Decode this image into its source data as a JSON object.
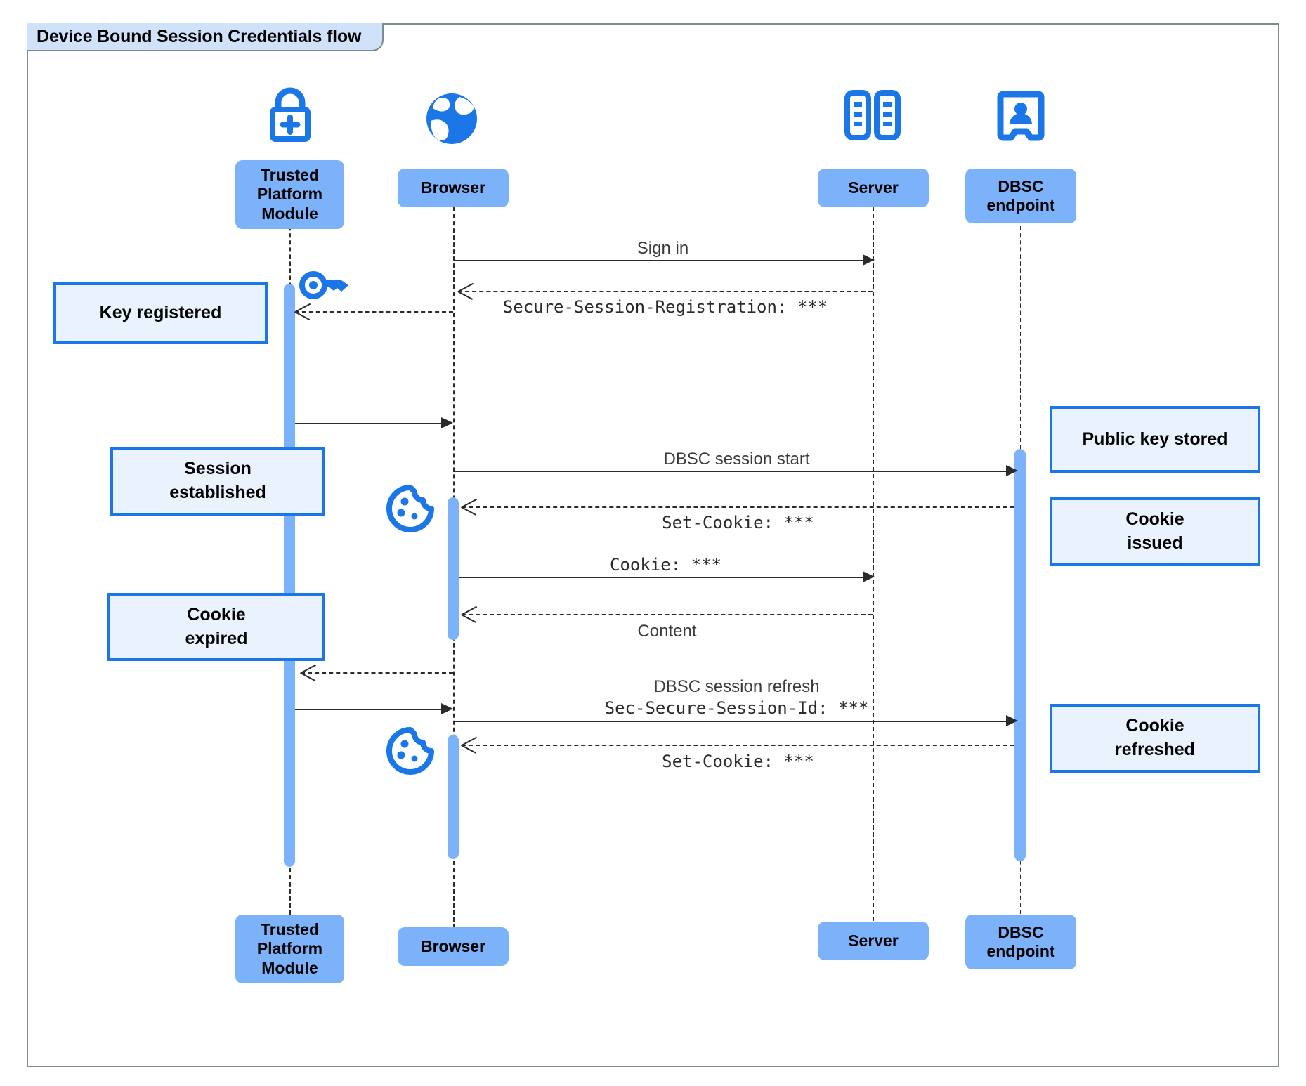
{
  "diagram": {
    "type": "uml-sequence",
    "title": "Device Bound Session Credentials flow",
    "colors": {
      "participant_fill": "#7cb2f9",
      "note_fill": "#eaf2fd",
      "note_border": "#1b76e8",
      "icon_blue": "#1b76e8",
      "activation": "#7cb2f9",
      "frame_border": "#7f8c8d",
      "title_tab_fill": "#cfe2f9",
      "line": "#2b2b2b"
    }
  },
  "participants": [
    {
      "id": "tpm",
      "label": "Trusted Platform Module",
      "icon": "lock-plus-icon"
    },
    {
      "id": "browser",
      "label": "Browser",
      "icon": "globe-icon"
    },
    {
      "id": "server",
      "label": "Server",
      "icon": "server-racks-icon"
    },
    {
      "id": "dbsc",
      "label": "DBSC endpoint",
      "icon": "id-badge-person-icon"
    }
  ],
  "footer_participants": [
    {
      "id": "tpm",
      "label": "Trusted Platform Module"
    },
    {
      "id": "browser",
      "label": "Browser"
    },
    {
      "id": "server",
      "label": "Server"
    },
    {
      "id": "dbsc",
      "label": "DBSC endpoint"
    }
  ],
  "messages": [
    {
      "id": "m1",
      "from": "browser",
      "to": "server",
      "label": "Sign in",
      "style": "solid",
      "font": "sans"
    },
    {
      "id": "m2",
      "from": "server",
      "to": "browser",
      "label": "Secure-Session-Registration: ***",
      "style": "dashed",
      "font": "mono"
    },
    {
      "id": "m3",
      "from": "browser",
      "to": "tpm",
      "label": "",
      "style": "dashed",
      "font": "mono"
    },
    {
      "id": "m4",
      "from": "tpm",
      "to": "browser",
      "label": "",
      "style": "solid",
      "font": "sans"
    },
    {
      "id": "m5",
      "from": "browser",
      "to": "dbsc",
      "label": "DBSC session start",
      "style": "solid",
      "font": "sans"
    },
    {
      "id": "m6",
      "from": "dbsc",
      "to": "browser",
      "label": "Set-Cookie: ***",
      "style": "dashed",
      "font": "mono"
    },
    {
      "id": "m7",
      "from": "browser",
      "to": "server",
      "label": "Cookie: ***",
      "style": "solid",
      "font": "mono"
    },
    {
      "id": "m8",
      "from": "server",
      "to": "browser",
      "label": "Content",
      "style": "dashed",
      "font": "sans"
    },
    {
      "id": "m9",
      "from": "browser",
      "to": "tpm",
      "label": "",
      "style": "dashed",
      "font": "mono"
    },
    {
      "id": "m10",
      "from": "tpm",
      "to": "browser",
      "label": "",
      "style": "solid",
      "font": "sans"
    },
    {
      "id": "m11",
      "from": "browser",
      "to": "dbsc",
      "label": "DBSC session refresh",
      "label2": "Sec-Secure-Session-Id: ***",
      "style": "solid",
      "font": "sans"
    },
    {
      "id": "m12",
      "from": "dbsc",
      "to": "browser",
      "label": "Set-Cookie: ***",
      "style": "dashed",
      "font": "mono"
    }
  ],
  "notes": [
    {
      "id": "n1",
      "side": "left",
      "text": "Key registered",
      "lines": [
        "Key registered"
      ]
    },
    {
      "id": "n2",
      "side": "left",
      "text": "Session established",
      "lines": [
        "Session",
        "established"
      ]
    },
    {
      "id": "n3",
      "side": "left",
      "text": "Cookie expired",
      "lines": [
        "Cookie",
        "expired"
      ]
    },
    {
      "id": "n4",
      "side": "right",
      "text": "Public key stored",
      "lines": [
        "Public key stored"
      ]
    },
    {
      "id": "n5",
      "side": "right",
      "text": "Cookie issued",
      "lines": [
        "Cookie",
        "issued"
      ]
    },
    {
      "id": "n6",
      "side": "right",
      "text": "Cookie refreshed",
      "lines": [
        "Cookie",
        "refreshed"
      ]
    }
  ],
  "float_icons": [
    {
      "id": "f1",
      "name": "key-icon",
      "near": "tpm"
    },
    {
      "id": "f2",
      "name": "cookie-icon",
      "near": "browser"
    },
    {
      "id": "f3",
      "name": "cookie-icon",
      "near": "browser"
    }
  ]
}
